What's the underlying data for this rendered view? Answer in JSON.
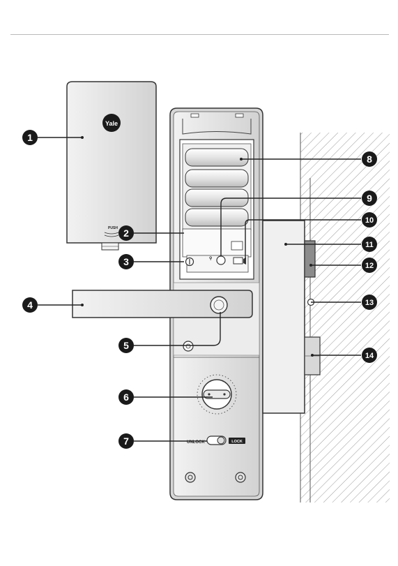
{
  "labels": {
    "brand": "Yale",
    "push": "PUSH",
    "unlock": "UNLOCK",
    "lock": "LOCK"
  },
  "callouts": [
    "1",
    "2",
    "3",
    "4",
    "5",
    "6",
    "7",
    "8",
    "9",
    "10",
    "11",
    "12",
    "13",
    "14"
  ],
  "colors": {
    "callout_fill": "#1a1a1a",
    "panel_fill": "#e6e6e6",
    "outline": "#333333",
    "hatch": "#8a8a8a"
  }
}
